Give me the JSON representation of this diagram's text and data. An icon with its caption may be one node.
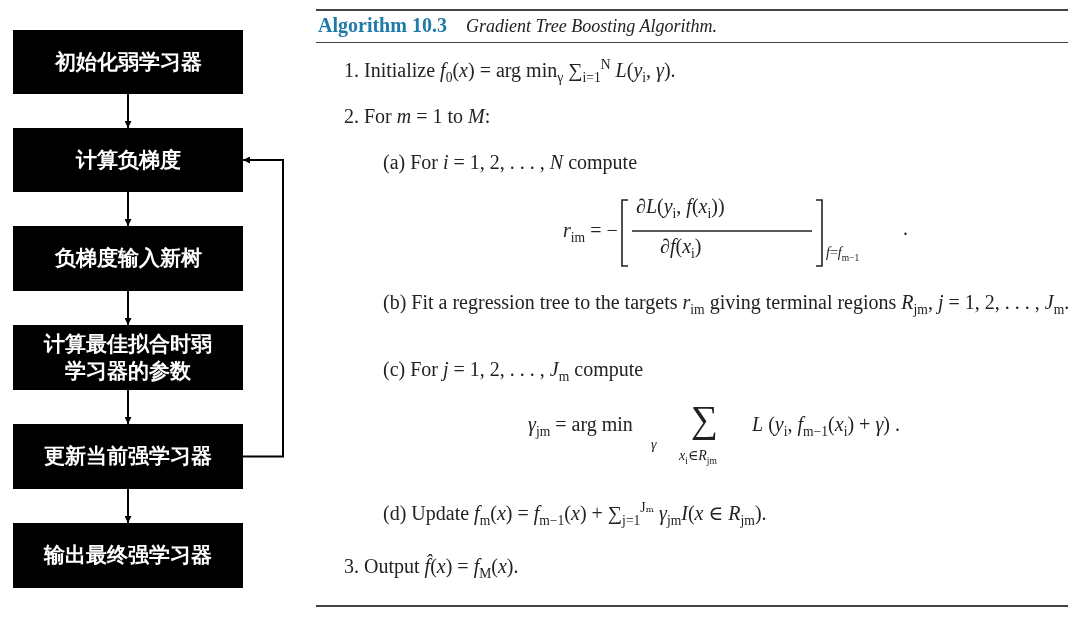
{
  "diagram": {
    "nodes": [
      {
        "text": [
          "初始化弱学习器"
        ]
      },
      {
        "text": [
          "计算负梯度"
        ]
      },
      {
        "text": [
          "负梯度输入新树"
        ]
      },
      {
        "text": [
          "计算最佳拟合时弱学习器的参数"
        ]
      },
      {
        "text": [
          "更新当前强学习器"
        ]
      },
      {
        "text": [
          "输出最终强学习器"
        ]
      }
    ],
    "edges": [
      {
        "from": 0,
        "to": 1,
        "arrow": "to"
      },
      {
        "from": 1,
        "to": 2,
        "arrow": "to"
      },
      {
        "from": 2,
        "to": 3,
        "arrow": "to"
      },
      {
        "from": 3,
        "to": 4,
        "arrow": "to"
      },
      {
        "from": 4,
        "to": 5,
        "arrow": "to"
      },
      {
        "from": 4,
        "to": 1,
        "arrow": "to"
      }
    ],
    "labels": [
      "Algorithm 10.3",
      "Gradient Tree Boosting Algorithm.",
      "1. Initialize *f*$_{0}$(*x*) = arg min$_{γ}$ ∑$_{i=1}$$^{N}$ *L*(*y*$_{i}$, *γ*).",
      "2. For *m* = 1 to *M*:",
      "(a) For *i* = 1, 2, . . . , *N* compute",
      "*r*$_{im}$ = −",
      "∂*L*(*y*$_{i}$, *f*(*x*$_{i}$))",
      "∂*f*(*x*$_{i}$)",
      "*f*=*f*$_{m−1}$",
      ".",
      "(b) Fit a regression tree to the targets *r*$_{im}$ giving terminal regions *R*$_{jm}$, *j* = 1, 2, . . . , *J*$_{m}$.",
      "(c) For *j* = 1, 2, . . . , *J*$_{m}$ compute",
      "*γ*$_{jm}$ = arg min",
      "*γ*",
      "∑",
      "*x*$_{i}$∈*R*$_{jm}$",
      "*L* (*y*$_{i}$, *f*$_{m−1}$(*x*$_{i}$) + *γ*) .",
      "(d) Update *f*$_{m}$(*x*) = *f*$_{m−1}$(*x*) + ∑$_{j=1}$$^{Jₘ}$ *γ*$_{jm}$*I*(*x* ∈ *R*$_{jm}$).",
      "3. Output *f̂*(*x*) = *f*$_{M}$(*x*)."
    ]
  }
}
